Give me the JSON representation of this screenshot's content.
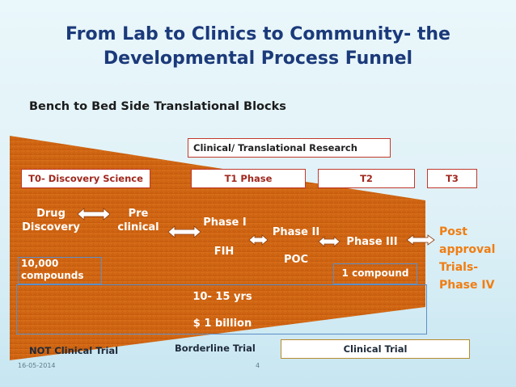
{
  "title_line1": "From Lab to Clinics to Community- the",
  "title_line2": "Developmental Process Funnel",
  "subtitle": "Bench to Bed Side Translational Blocks",
  "boxes": {
    "clinical_translational": "Clinical/ Translational Research",
    "t0": "T0- Discovery Science",
    "t1": "T1 Phase",
    "t2": "T2",
    "t3": "T3"
  },
  "stages": {
    "drug_discovery_1": "Drug",
    "drug_discovery_2": "Discovery",
    "pre_clinical_1": "Pre",
    "pre_clinical_2": "clinical",
    "phase1": "Phase I",
    "fih": "FIH",
    "phase2": "Phase II",
    "poc": "POC",
    "phase3": "Phase III",
    "post_1": "Post",
    "post_2": "approval",
    "post_3": "Trials-",
    "post_4": "Phase IV"
  },
  "compounds_start_1": "10,000",
  "compounds_start_2": "compounds",
  "compounds_end": "1 compound",
  "duration": "10- 15 yrs",
  "cost": "$ 1 billion",
  "bottom_labels": {
    "not_clinical": "NOT Clinical Trial",
    "borderline": "Borderline Trial",
    "clinical": "Clinical Trial"
  },
  "footer": {
    "date": "16-05-2014",
    "page": "4"
  },
  "colors": {
    "funnel": "#d86a14",
    "title": "#1b3a7a",
    "accent_text": "#f07d12",
    "box_text": "#a0281e",
    "outline_blue": "#5b8fc9"
  }
}
